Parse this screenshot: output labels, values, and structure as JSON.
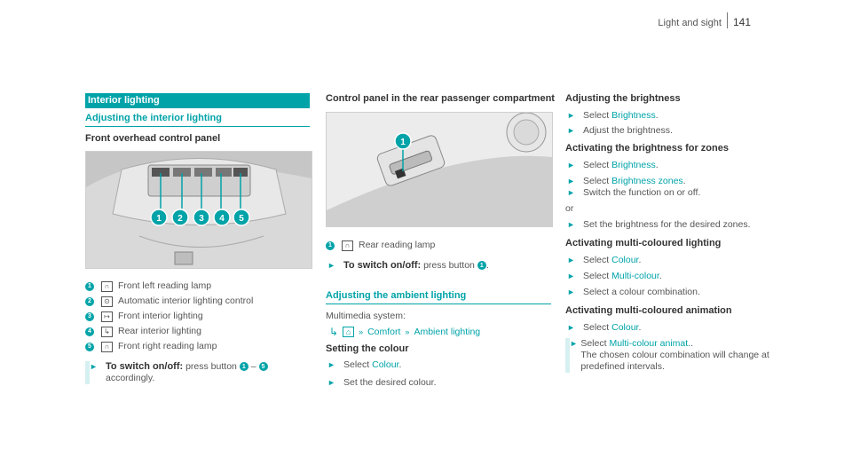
{
  "page_header": {
    "section": "Light and sight",
    "page_number": "141"
  },
  "left": {
    "section_title": "Interior lighting",
    "subheading": "Adjusting the interior lighting",
    "panel_title": "Front overhead control panel",
    "legend": [
      {
        "num": "1",
        "icon": "reading-lamp-icon",
        "glyph": "∩",
        "text": "Front left reading lamp"
      },
      {
        "num": "2",
        "icon": "auto-lighting-icon",
        "glyph": "⊙",
        "text": "Automatic interior lighting control"
      },
      {
        "num": "3",
        "icon": "front-interior-light-icon",
        "glyph": "↦",
        "text": "Front interior lighting"
      },
      {
        "num": "4",
        "icon": "rear-interior-light-icon",
        "glyph": "↳",
        "text": "Rear interior lighting"
      },
      {
        "num": "5",
        "icon": "reading-lamp-icon",
        "glyph": "∩",
        "text": "Front right reading lamp"
      }
    ],
    "step_bold": "To switch on/off:",
    "step_text": "press button",
    "step_num_a": "1",
    "step_dash": "–",
    "step_num_b": "5",
    "step_text2": "accordingly."
  },
  "middle": {
    "panel_title": "Control panel in the rear passenger compartment",
    "legend_num": "1",
    "legend_glyph": "∩",
    "legend_text": "Rear reading lamp",
    "step_bold": "To switch on/off:",
    "step_text": "press button",
    "step_num": "1",
    "step_end": ".",
    "subheading": "Adjusting the ambient lighting",
    "multimedia_label": "Multimedia system:",
    "nav": [
      "Comfort",
      "Ambient lighting"
    ],
    "colour_heading": "Setting the colour",
    "colour_step_prefix": "Select",
    "colour_step_link": "Colour",
    "colour_step_end": ".",
    "colour_step2": "Set the desired colour."
  },
  "right": {
    "h1": "Adjusting the brightness",
    "s1_prefix": "Select",
    "s1_link": "Brightness",
    "s1_end": ".",
    "s2": "Adjust the brightness.",
    "h2": "Activating the brightness for zones",
    "s3_prefix": "Select",
    "s3_link": "Brightness",
    "s3_end": ".",
    "s4_prefix": "Select",
    "s4_link": "Brightness zones",
    "s4_end": ".",
    "s5": "Switch the function on or off.",
    "or": "or",
    "s6": "Set the brightness for the desired zones.",
    "h3": "Activating multi-coloured lighting",
    "s7_prefix": "Select",
    "s7_link": "Colour",
    "s7_end": ".",
    "s8_prefix": "Select",
    "s8_link": "Multi-colour",
    "s8_end": ".",
    "s9": "Select a colour combination.",
    "h4": "Activating multi-coloured animation",
    "s10_prefix": "Select",
    "s10_link": "Colour",
    "s10_end": ".",
    "s11_prefix": "Select",
    "s11_link": "Multi-colour animat.",
    "s11_end": ".",
    "s11_note": "The chosen colour combination will change at predefined intervals."
  },
  "colors": {
    "accent": "#00a3a8"
  }
}
